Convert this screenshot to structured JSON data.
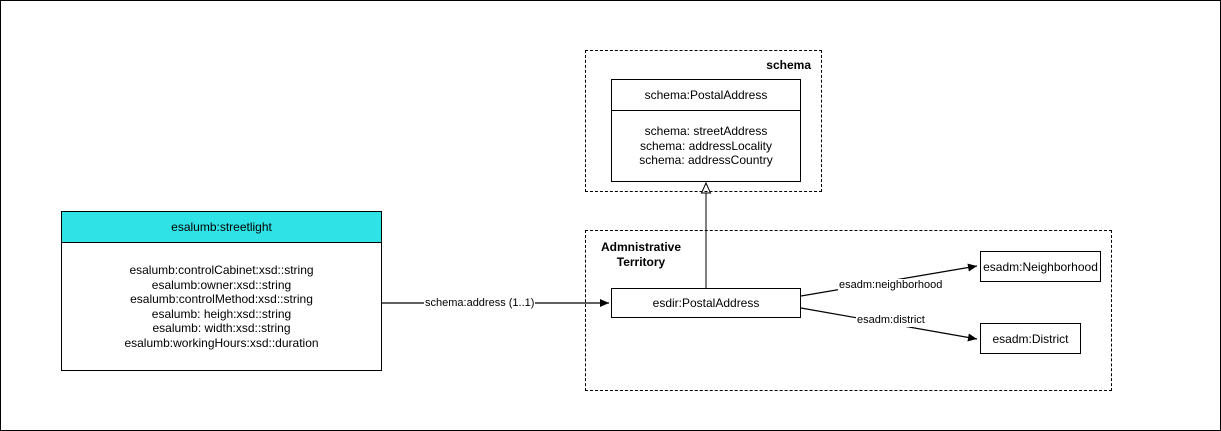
{
  "packages": {
    "schema": {
      "title": "schema"
    },
    "territory": {
      "title_line1": "Admnistrative",
      "title_line2": "Territory"
    }
  },
  "classes": {
    "streetlight": {
      "name": "esalumb:streetlight",
      "header_color": "#2ee2e6",
      "attributes": [
        "esalumb:controlCabinet:xsd::string",
        "esalumb:owner:xsd::string",
        "esalumb:controlMethod:xsd::string",
        "esalumb: heigh:xsd::string",
        "esalumb: width:xsd::string",
        "esalumb:workingHours:xsd::duration"
      ]
    },
    "schema_postal": {
      "name": "schema:PostalAddress",
      "attributes": [
        "schema: streetAddress",
        "schema: addressLocality",
        "schema: addressCountry"
      ]
    },
    "esdir_postal": {
      "name": "esdir:PostalAddress"
    },
    "neighborhood": {
      "name": "esadm:Neighborhood"
    },
    "district": {
      "name": "esadm:District"
    }
  },
  "edges": {
    "address": {
      "label": "schema:address (1..1)"
    },
    "neighborhood": {
      "label": "esadm:neighborhood"
    },
    "district": {
      "label": "esadm:district"
    }
  }
}
